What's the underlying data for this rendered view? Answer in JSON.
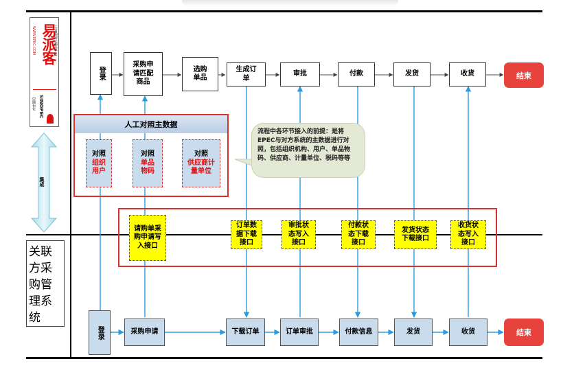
{
  "logo": {
    "brand": "易派客",
    "url_text": "WWW.EPEC.COM",
    "tagline": "工业品电子商务平台",
    "company": "中国石化",
    "company_en": "SINOPEC"
  },
  "integration_label": "集成",
  "left_system_label": "关联方采购管理系统",
  "top_flow": {
    "nodes": [
      "登录",
      "采购申请匹配商品",
      "选购单品",
      "生成订单",
      "审批",
      "付款",
      "发货",
      "收货"
    ],
    "end": "结束"
  },
  "manual_mapping": {
    "title": "人工对照主数据",
    "items": [
      {
        "prefix": "对照",
        "text": "组织用户"
      },
      {
        "prefix": "对照",
        "text": "单品物码"
      },
      {
        "prefix": "对照",
        "text": "供应商计量单位"
      }
    ]
  },
  "callout": "流程中各环节接入的前提：是将EPEC与对方系统的主数据进行对照，包括组织机构、用户、单品物码、供应商、计量单位、税码等等",
  "interfaces": [
    "请购单采购申请写入接口",
    "订单数据下载接口",
    "审批状态写入接口",
    "付款状态下载接口",
    "发货状态下载接口",
    "收货状态写入接口"
  ],
  "bottom_flow": {
    "nodes": [
      "登录",
      "采购申请",
      "下载订单",
      "订单审批",
      "付款信息",
      "发货",
      "收货"
    ],
    "end": "结束"
  },
  "colors": {
    "node_blue": "#c9dcee",
    "end_red": "#e8423c",
    "interface_yellow": "#ffff00",
    "border_red": "#d9302c",
    "arrow_blue": "#2b9be0"
  }
}
